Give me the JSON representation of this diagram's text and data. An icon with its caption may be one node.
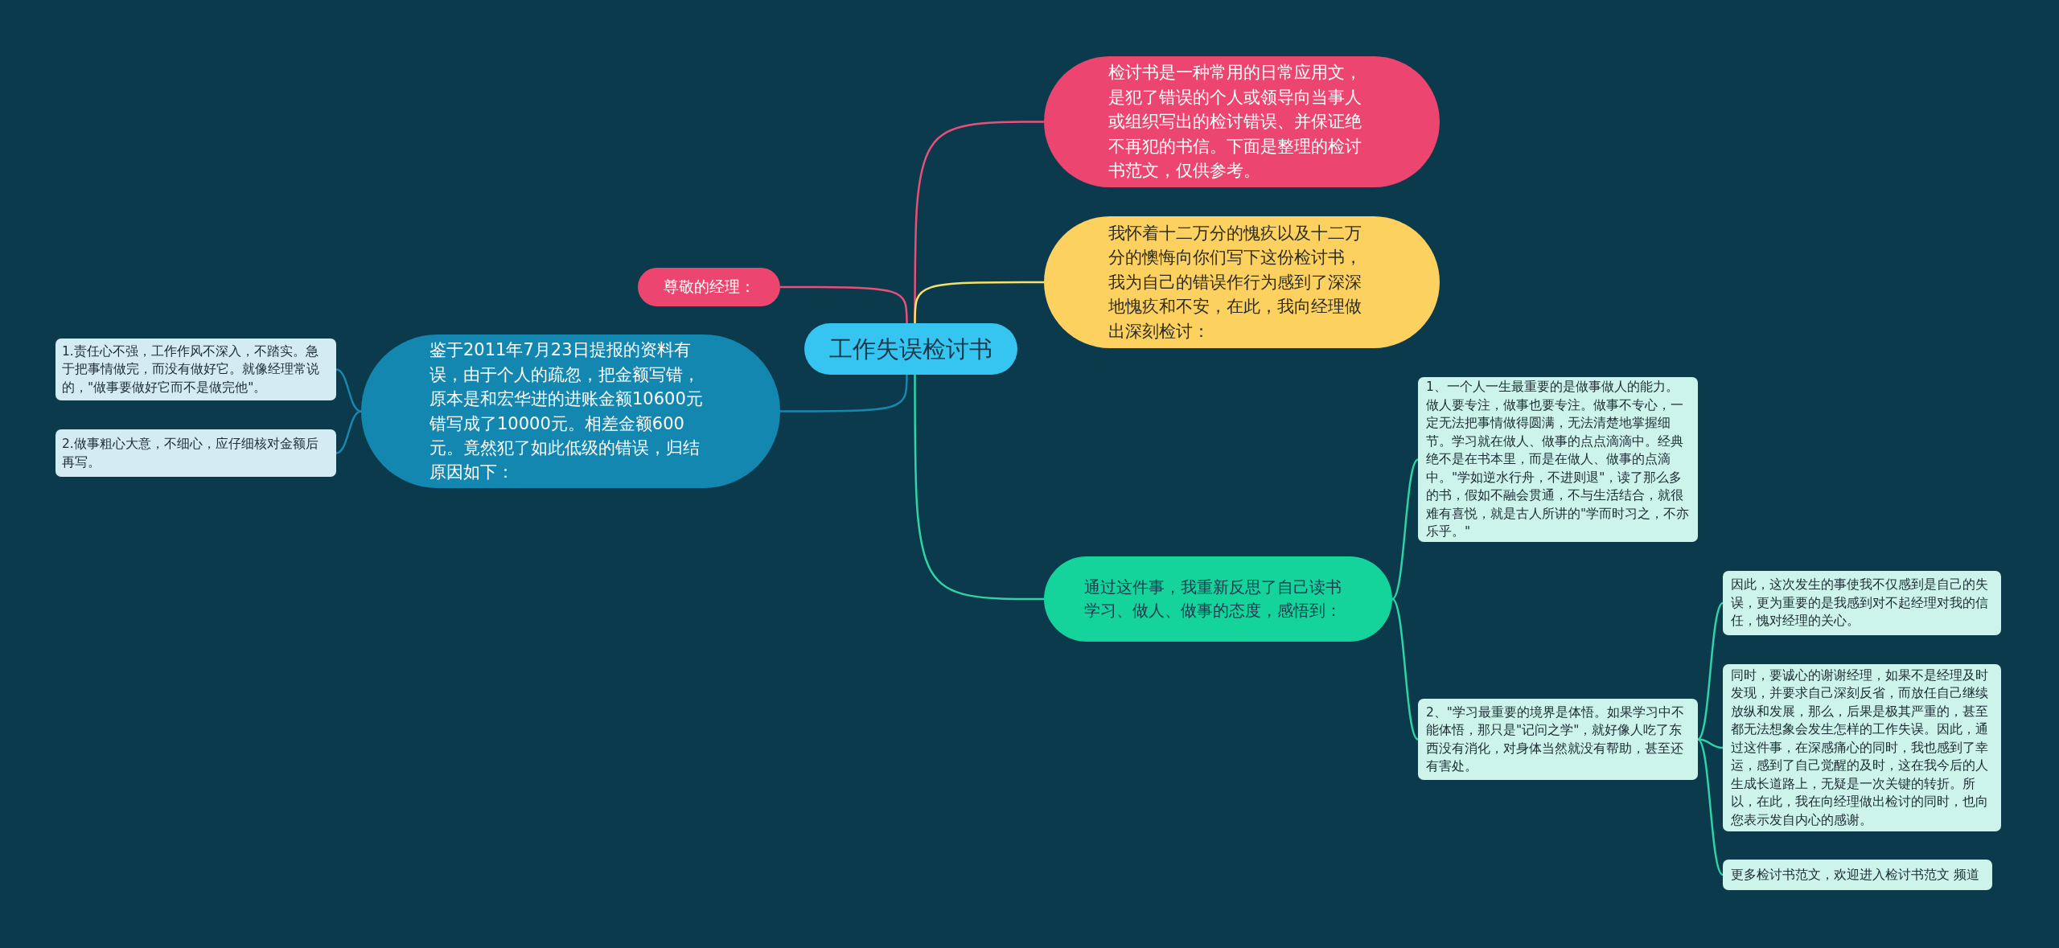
{
  "diagram": {
    "nodes": [
      {
        "text": [
          "工作失误检讨书"
        ]
      },
      {
        "text": [
          "尊敬的经理："
        ]
      },
      {
        "text": [
          "检讨书是一种常用的日常应用文，是犯了错误的个人或领导向当事人或组织写出的检讨错误、并保证绝不再犯的书信。下面是整理的检讨书范文，仅供参考。"
        ]
      },
      {
        "text": [
          "我怀着十二万分的愧疚以及十二万分的懊悔向你们写下这份检讨书，我为自己的错误作行为感到了深深地愧疚和不安，在此，我向经理做出深刻检讨："
        ]
      },
      {
        "text": [
          "鉴于2011年7月23日提报的资料有误，由于个人的疏忽，把金额写错，原本是和宏华进的进账金额10600元错写成了10000元。相差金额600元。竟然犯了如此低级的错误，归结原因如下："
        ]
      },
      {
        "text": [
          "1.责任心不强，工作作风不深入，不踏实。急于把事情做完，而没有做好它。就像经理常说的，\"做事要做好它而不是做完他\"。"
        ]
      },
      {
        "text": [
          "2.做事粗心大意，不细心，应仔细核对金额后再写。"
        ]
      },
      {
        "text": [
          "通过这件事，我重新反思了自己读书学习、做人、做事的态度，感悟到："
        ]
      },
      {
        "text": [
          "1、一个人一生最重要的是做事做人的能力。做人要专注，做事也要专注。做事不专心，一定无法把事情做得圆满，无法清楚地掌握细节。学习就在做人、做事的点点滴滴中。经典绝不是在书本里，而是在做人、做事的点滴中。\"学如逆水行舟，不进则退\"，读了那么多的书，假如不融会贯通，不与生活结合，就很难有喜悦，就是古人所讲的\"学而时习之，不亦乐乎。\""
        ]
      },
      {
        "text": [
          "2、\"学习最重要的境界是体悟。如果学习中不能体悟，那只是\"记问之学\"，就好像人吃了东西没有消化，对身体当然就没有帮助，甚至还有害处。"
        ]
      },
      {
        "text": [
          "因此，这次发生的事使我不仅感到是自己的失误，更为重要的是我感到对不起经理对我的信任，愧对经理的关心。"
        ]
      },
      {
        "text": [
          "同时，要诚心的谢谢经理，如果不是经理及时发现，并要求自己深刻反省，而放任自己继续放纵和发展，那么，后果是极其严重的，甚至都无法想象会发生怎样的工作失误。因此，通过这件事，在深感痛心的同时，我也感到了幸运，感到了自己觉醒的及时，这在我今后的人生成长道路上，无疑是一次关键的转折。所以，在此，我在向经理做出检讨的同时，也向您表示发自内心的感谢。"
        ]
      },
      {
        "text": [
          "更多检讨书范文，欢迎进入检讨书范文 频道"
        ]
      }
    ],
    "edges": [
      {
        "from": 0,
        "to": 1,
        "arrow": "none",
        "color": "#e8507a"
      },
      {
        "from": 0,
        "to": 2,
        "arrow": "none",
        "color": "#e8507a"
      },
      {
        "from": 0,
        "to": 3,
        "arrow": "none",
        "color": "#f5e06a"
      },
      {
        "from": 0,
        "to": 4,
        "arrow": "none",
        "color": "#1b86ad"
      },
      {
        "from": 0,
        "to": 7,
        "arrow": "none"
      },
      {
        "from": 4,
        "to": 5,
        "arrow": "none",
        "color": "#1b86ad"
      },
      {
        "from": 4,
        "to": 6,
        "arrow": "none",
        "color": "#1b86ad"
      },
      {
        "from": 7,
        "to": 8,
        "arrow": "none"
      },
      {
        "from": 7,
        "to": 9,
        "arrow": "none"
      },
      {
        "from": 9,
        "to": 10,
        "arrow": "none"
      },
      {
        "from": 9,
        "to": 11,
        "arrow": "none"
      },
      {
        "from": 9,
        "to": 12,
        "arrow": "none"
      }
    ]
  }
}
